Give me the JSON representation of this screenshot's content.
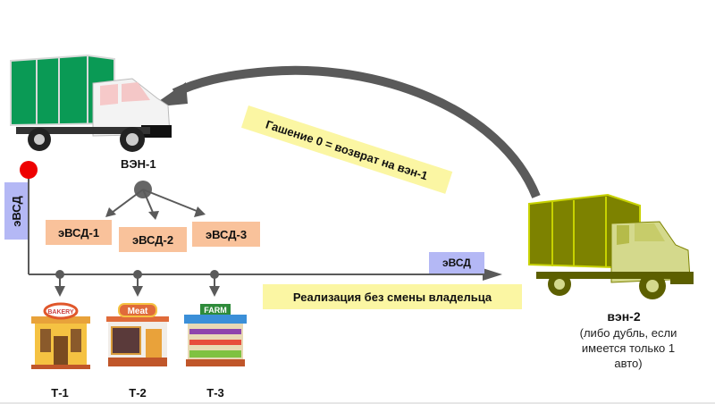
{
  "vans": {
    "van1": {
      "label": "ВЭН-1",
      "body_color": "#0a9a55"
    },
    "van2": {
      "label": "вэн-2",
      "note": [
        "(либо дубль, если",
        "имеется только 1",
        "авто)"
      ],
      "body_color": "#7d8200"
    }
  },
  "return_arrow": {
    "label": "Гашение 0 = возврат на вэн-1"
  },
  "evsd_vertical": {
    "label": "эВСД"
  },
  "evsd_split": [
    "эВСД-1",
    "эВСД-2",
    "эВСД-3"
  ],
  "flow": {
    "evsd_label": "эВСД",
    "caption": "Реализация без смены владельца"
  },
  "stores": [
    {
      "label": "Т-1",
      "sign": "BAKERY"
    },
    {
      "label": "Т-2",
      "sign": "Meat"
    },
    {
      "label": "Т-3",
      "sign": "FARM"
    }
  ],
  "colors": {
    "line": "#5a5a5a",
    "start_dot": "#ee0000",
    "orange": "#f9c29b",
    "blue": "#b4b8f5",
    "yellow": "#fbf6a3"
  }
}
